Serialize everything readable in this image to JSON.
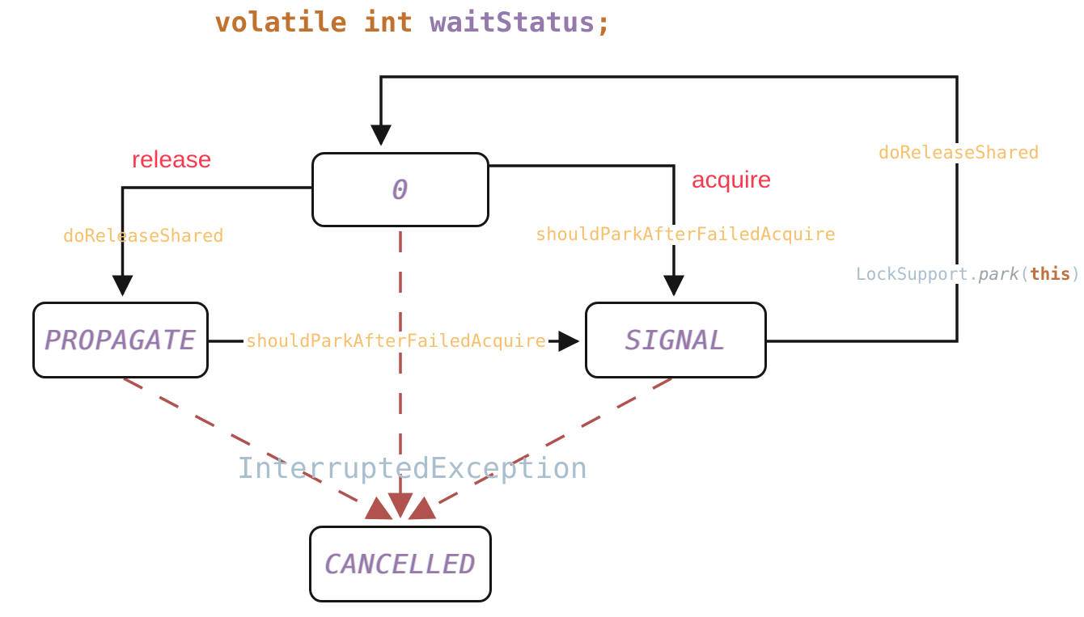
{
  "title": {
    "keyword": "volatile int ",
    "variable": "waitStatus",
    "semicolon": ";"
  },
  "states": {
    "zero": "0",
    "propagate": "PROPAGATE",
    "signal": "SIGNAL",
    "cancelled": "CANCELLED"
  },
  "edge_labels": {
    "release": "release",
    "acquire": "acquire",
    "do_release_shared_left": "doReleaseShared",
    "do_release_shared_right": "doReleaseShared",
    "should_park_after_failed_acquire_mid": "shouldParkAfterFailedAcquire",
    "should_park_after_failed_acquire_right": "shouldParkAfterFailedAcquire",
    "interrupted_exception": "InterruptedException",
    "lock_support": {
      "prefix": "LockSupport.",
      "method": "park",
      "open": "(",
      "arg": "this",
      "close": ")"
    }
  },
  "colors": {
    "ink": "#161616",
    "purple": "#9579ad",
    "orange": "#c1722e",
    "red": "#fb3a4e",
    "amber": "#f7c06e",
    "grayblue": "#a9bfce",
    "brick": "#b0524d",
    "thisorange": "#c0703f"
  }
}
